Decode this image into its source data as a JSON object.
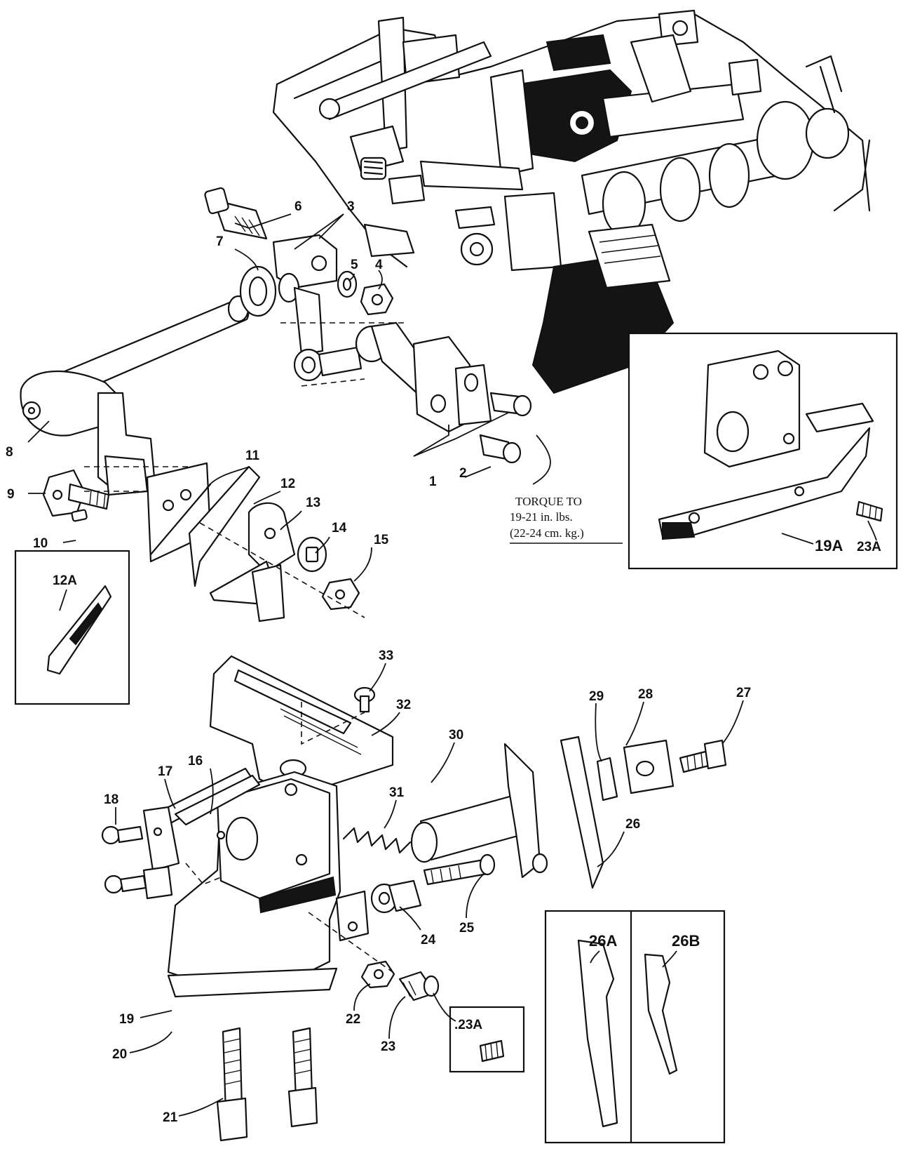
{
  "labels": {
    "p1": "1",
    "p2": "2",
    "p3": "3",
    "p4": "4",
    "p5": "5",
    "p6": "6",
    "p7": "7",
    "p8": "8",
    "p9": "9",
    "p10": "10",
    "p11": "11",
    "p12": "12",
    "p13": "13",
    "p14": "14",
    "p15": "15",
    "p12A": "12A",
    "p19A": "19A",
    "p23A_inset1": "23A",
    "p16": "16",
    "p17": "17",
    "p18": "18",
    "p19": "19",
    "p20": "20",
    "p21": "21",
    "p22": "22",
    "p23": "23",
    "p23A_inset2": ".23A",
    "p24": "24",
    "p25": "25",
    "p26": "26",
    "p26A": "26A",
    "p26B": "26B",
    "p27": "27",
    "p28": "28",
    "p29": "29",
    "p30": "30",
    "p31": "31",
    "p32": "32",
    "p33": "33"
  },
  "torque_note": {
    "line1": "TORQUE TO",
    "line2": "19-21 in. lbs.",
    "line3": "(22-24 cm. kg.)"
  }
}
